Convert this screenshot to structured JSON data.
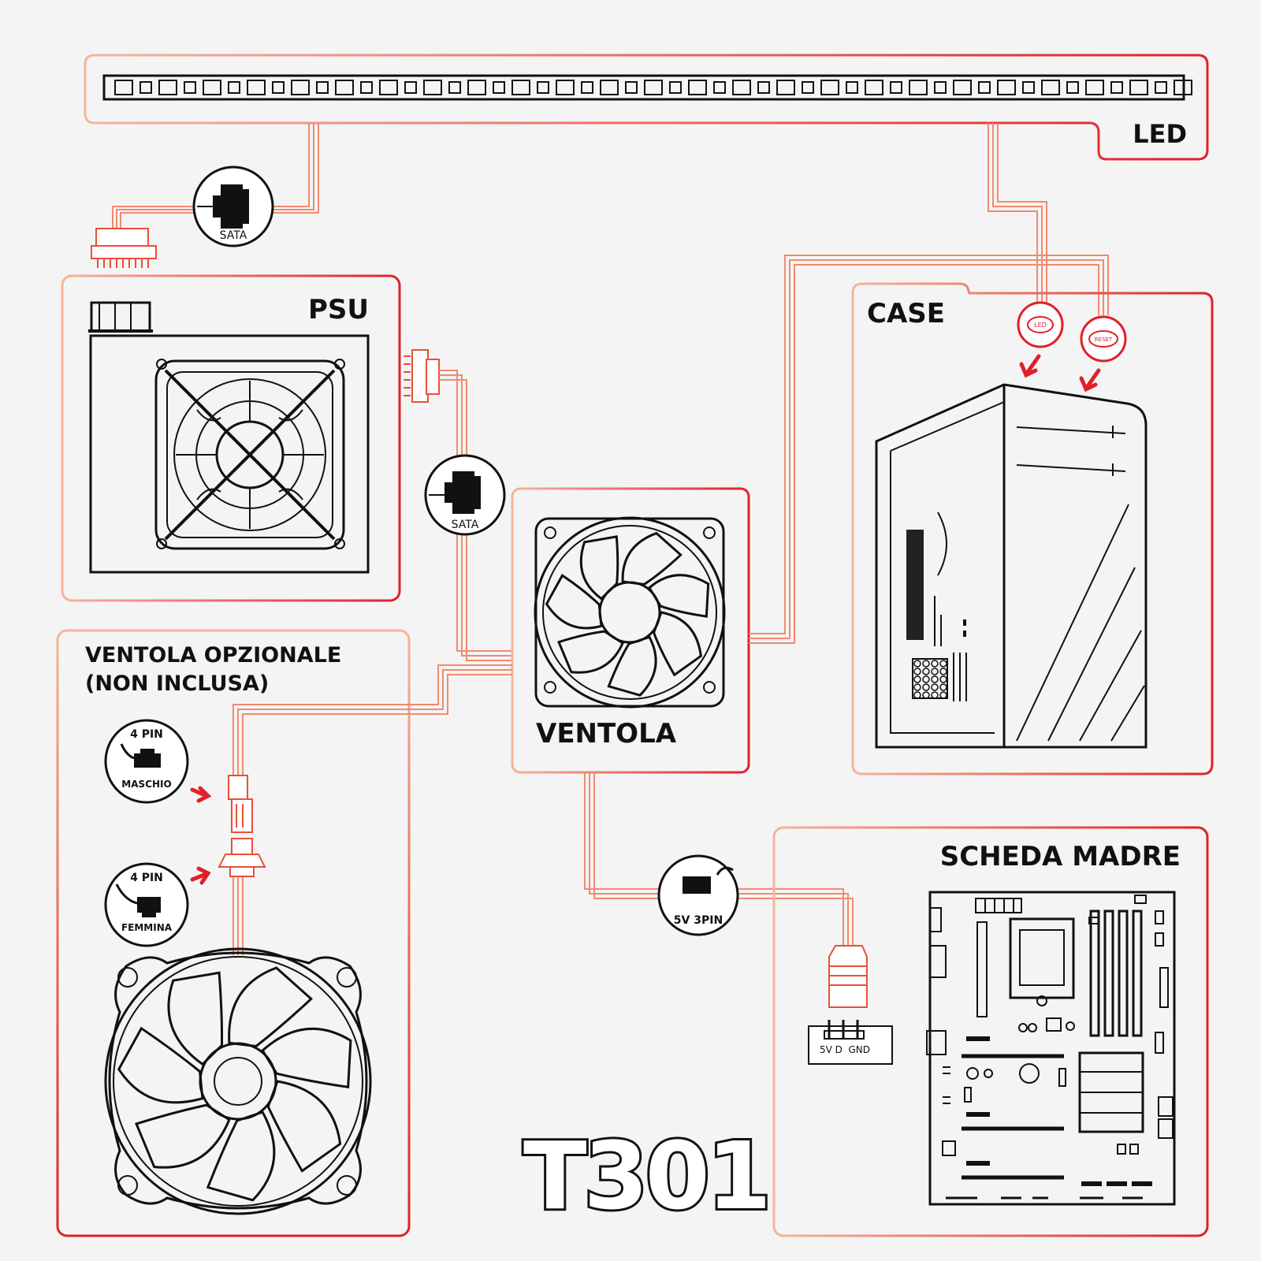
{
  "colors": {
    "accent": "#e0202a",
    "accent_light": "#f19a7a",
    "ink": "#111111",
    "background": "#f4f4f4"
  },
  "labels": {
    "led": "LED",
    "psu": "PSU",
    "case": "CASE",
    "ventola": "VENTOLA",
    "ventola_opzionale_line1": "VENTOLA OPZIONALE",
    "ventola_opzionale_line2": "(NON INCLUSA)",
    "scheda_madre": "SCHEDA MADRE",
    "model": "T301"
  },
  "connectors": {
    "sata_top": "SATA",
    "sata_mid": "SATA",
    "pin4_male_top": "4 PIN",
    "pin4_male_bottom": "MASCHIO",
    "pin4_female_top": "4 PIN",
    "pin4_female_bottom": "FEMMINA",
    "argb": "5V 3PIN",
    "led_button": "LED",
    "reset_button": "RESET",
    "header_pins": "5V D  GND"
  }
}
